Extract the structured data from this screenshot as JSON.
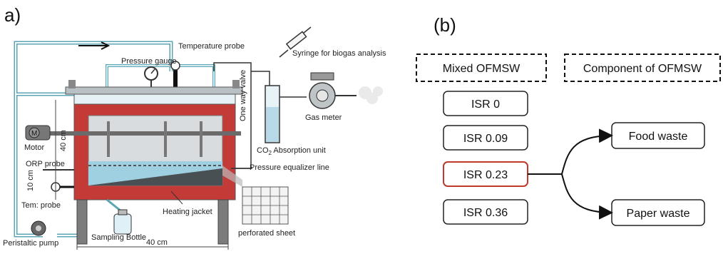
{
  "panel_a": {
    "letter": "a)",
    "labels": {
      "temperature_probe": "Temperature probe",
      "pressure_gauge": "Pressure gauge",
      "syringe": "Syringe for biogas analysis",
      "one_way_valve": "One way valve",
      "gas_meter": "Gas meter",
      "co2_prefix": "CO",
      "co2_sub": "2",
      "co2_suffix": " Absorption unit",
      "pressure_equalizer": "Pressure equalizer line",
      "motor": "Motor",
      "motor_symbol": "M",
      "orp_probe": "ORP probe",
      "heating_jacket": "Heating jacket",
      "tem_probe": "Tem: probe",
      "peristaltic_pump": "Peristaltic pump",
      "sampling_bottle": "Sampling Bottle",
      "perforated_sheet": "perforated sheet",
      "dim_40cm_vertical": "40 cm",
      "dim_10cm": "10 cm",
      "dim_40cm_bottom": "40 cm"
    }
  },
  "panel_b": {
    "letter": "(b)",
    "header_left": "Mixed OFMSW",
    "header_right": "Component of OFMSW",
    "isr_boxes": [
      "ISR 0",
      "ISR 0.09",
      "ISR 0.23",
      "ISR 0.36"
    ],
    "component_boxes": [
      "Food waste",
      "Paper waste"
    ],
    "highlight_color": "#c0392b"
  }
}
